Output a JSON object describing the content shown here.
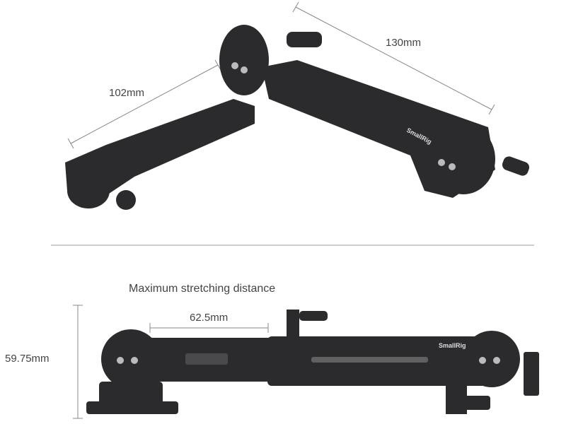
{
  "top_view": {
    "dimension_left": "102mm",
    "dimension_right": "130mm",
    "brand_logo": "SmallRig"
  },
  "bottom_view": {
    "caption": "Maximum stretching distance",
    "dimension_stretch": "62.5mm",
    "dimension_height": "59.75mm",
    "brand_logo": "SmallRig"
  },
  "colors": {
    "product": "#2a2a2c",
    "dimension_line": "#888888",
    "text": "#444444"
  }
}
